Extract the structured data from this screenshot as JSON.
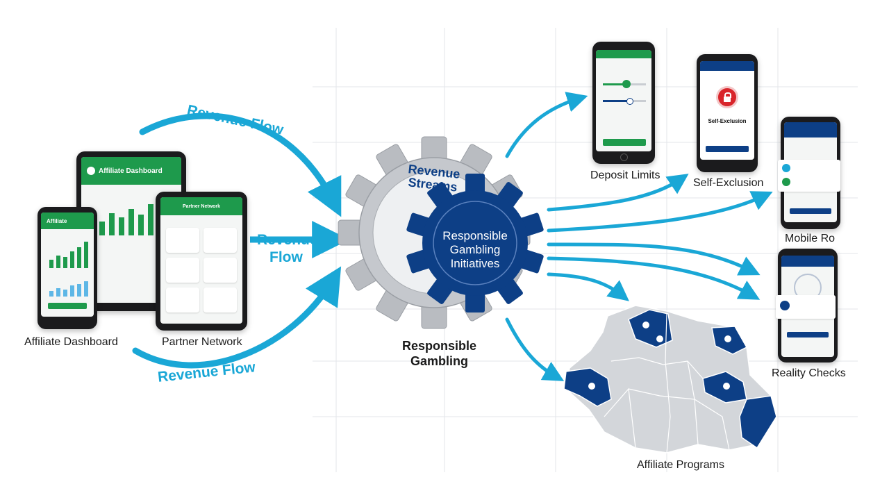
{
  "flows": {
    "top": "Revenue Flow",
    "middle_line1": "Revenue",
    "middle_line2": "Flow",
    "bottom": "Revenue Flow"
  },
  "gear": {
    "outer_line1": "Revenue",
    "outer_line2": "Streams",
    "inner_line1": "Responsible",
    "inner_line2": "Gambling",
    "inner_line3": "Initiatives",
    "caption_line1": "Responsible",
    "caption_line2": "Gambling"
  },
  "left_devices": {
    "tablet_title": "Affiliate Dashboard",
    "phone_title": "Affiliate",
    "tablet2_title": "Partner Network",
    "caption_dashboard": "Affiliate Dashboard",
    "caption_partner": "Partner Network"
  },
  "right_devices": {
    "deposit_caption": "Deposit Limits",
    "self_exclusion_caption": "Self-Exclusion",
    "self_exclusion_screen_text": "Self-Exclusion",
    "mobile_caption": "Mobile Ro",
    "reality_caption": "Reality Checks"
  },
  "map": {
    "caption": "Affiliate Programs"
  },
  "colors": {
    "flow_arrow": "#1aa7d6",
    "gear_silver": "#b9bcc1",
    "gear_navy": "#0d3f86",
    "dashboard_green": "#1e9a4c",
    "map_gray": "#d3d6da",
    "map_navy": "#0d3f86",
    "alert_red": "#d9252b"
  },
  "icons": [
    "lock-icon",
    "gear-icon",
    "pin-icon",
    "chart-icon"
  ]
}
